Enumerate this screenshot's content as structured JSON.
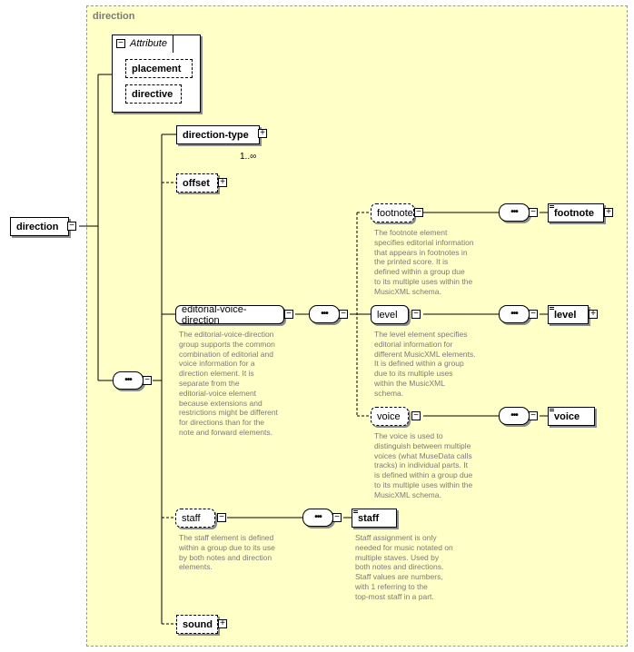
{
  "root": {
    "label": "direction",
    "toggle": "−"
  },
  "group": {
    "title": "direction"
  },
  "attributes": {
    "header": "Attribute",
    "toggle": "−",
    "items": [
      "placement",
      "directive"
    ]
  },
  "direction_type": {
    "label": "direction-type",
    "toggle": "+",
    "multiplicity": "1..∞"
  },
  "offset": {
    "label": "offset",
    "toggle": "+"
  },
  "editorial_voice_direction": {
    "label": "editorial-voice-direction",
    "toggle": "−",
    "description": [
      "The editorial-voice-direction",
      "group supports the common",
      "combination of editorial and",
      "voice information for a",
      "direction element. It is",
      "separate from the",
      "editorial-voice element",
      "because extensions and",
      "restrictions might be different",
      "for directions than for the",
      "note and forward elements."
    ]
  },
  "footnote": {
    "label": "footnote",
    "toggle": "−",
    "ref_label": "footnote",
    "ref_toggle": "+",
    "description": [
      "The footnote element",
      "specifies editorial information",
      "that appears in footnotes in",
      "the printed score. It is",
      "defined within a group due",
      "to its multiple uses within the",
      "MusicXML schema."
    ]
  },
  "level": {
    "label": "level",
    "toggle": "−",
    "ref_label": "level",
    "ref_toggle": "+",
    "description": [
      "The level element specifies",
      "editorial information for",
      "different MusicXML elements.",
      "It is defined within a group",
      "due to its multiple uses",
      "within the MusicXML",
      "schema."
    ]
  },
  "voice": {
    "label": "voice",
    "toggle": "−",
    "ref_label": "voice",
    "description": [
      "The voice is used to",
      "distinguish between multiple",
      "voices (what MuseData calls",
      "tracks) in individual parts. It",
      "is defined within a group due",
      "to its multiple uses within the",
      "MusicXML schema."
    ]
  },
  "staff": {
    "label": "staff",
    "toggle": "−",
    "ref_label": "staff",
    "description": [
      "The staff element is defined",
      "within a group due to its use",
      "by both notes and direction",
      "elements."
    ],
    "ref_description": [
      "Staff assignment is only",
      "needed for music notated on",
      "multiple staves. Used by",
      "both notes and directions.",
      "Staff values are numbers,",
      "with 1 referring to the",
      "top-most staff in a part."
    ]
  },
  "sound": {
    "label": "sound",
    "toggle": "+"
  },
  "sequence": {
    "dots": "•••",
    "toggle": "−"
  }
}
